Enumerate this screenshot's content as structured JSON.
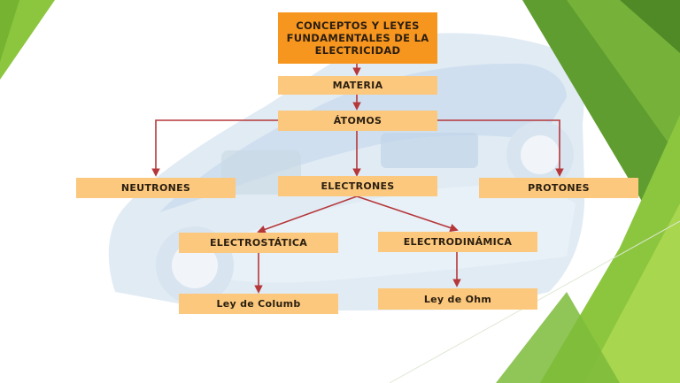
{
  "diagram": {
    "title": "CONCEPTOS Y LEYES FUNDAMENTALES DE LA ELECTRICIDAD",
    "nodes": {
      "materia": "MATERIA",
      "atomos": "ÁTOMOS",
      "neutrones": "NEUTRONES",
      "electrones": "ELECTRONES",
      "protones": "PROTONES",
      "electrostatica": "ELECTROSTÁTICA",
      "electrodinamica": "ELECTRODINÁMICA",
      "ley_columb": "Ley de Columb",
      "ley_ohm": "Ley de Ohm"
    }
  },
  "colors": {
    "title_box": "#f7961f",
    "node_box": "#fbc87d",
    "connector": "#b5373a",
    "slide_green_dark": "#5a9a2e",
    "slide_green_light": "#9fd04a"
  }
}
